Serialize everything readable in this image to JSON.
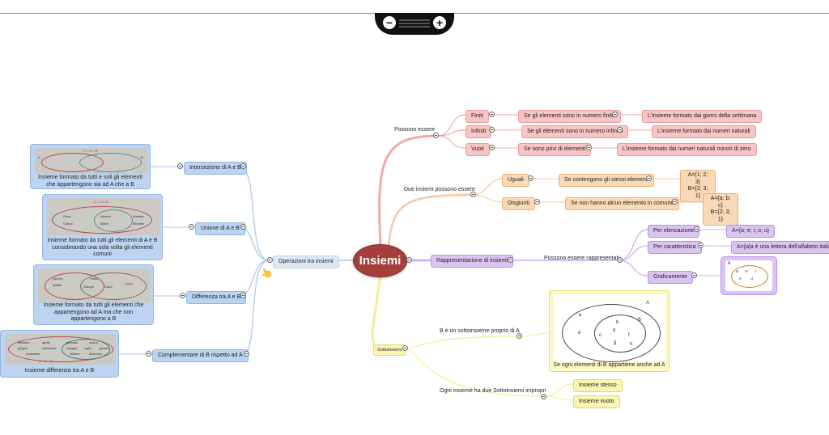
{
  "toolbar": {
    "zoom_out": "−",
    "zoom_in": "+"
  },
  "center": "Insiemi",
  "left": {
    "hub": "Operazioni tra insiemi",
    "branches": [
      {
        "label": "Intersezione di A e B",
        "caption": "Insieme formato da tutti e soli gli elementi che appartengono sia ad A che a B"
      },
      {
        "label": "Unione di A e B",
        "caption": "Insieme formato da tutti gli elementi di A e B considerando una sola volta gli elementi comuni"
      },
      {
        "label": "Differenza tra A e B",
        "caption": "Insieme formato da tutti gli elementi che appartengono ad A ma che non appartengono a B"
      },
      {
        "label": "Complementare di B rispetto ad A",
        "caption": "Insieme differenza tra A e B"
      }
    ],
    "thumb1": {
      "top": "C = A ∩ B",
      "a": "A",
      "b": "B"
    },
    "thumb2": {
      "top": "C = A ∪ B",
      "items": [
        "Piera",
        "Gianni",
        "Alberto",
        "Mario",
        "Martina",
        "Michele"
      ]
    },
    "thumb3": {
      "items": [
        "Alberto",
        "Mattia",
        "Paolo",
        "Giorgio",
        "Carlo",
        "Luca"
      ]
    },
    "thumb4": {
      "top": "C = A - B",
      "items": [
        "febbraio",
        "aprile",
        "gennaio",
        "marzo",
        "giugno",
        "settembre",
        "maggio",
        "luglio",
        "agosto",
        "novembre",
        "ottobre",
        "dicembre"
      ]
    }
  },
  "possono": {
    "label": "Possono essere",
    "rows": [
      {
        "type": "Finiti",
        "condition": "Se gli elementi sono in numero finito",
        "example": "L'insieme formato dai giorni della settimana"
      },
      {
        "type": "Infiniti",
        "condition": "Se gli elementi sono in numero infinito",
        "example": "L'insieme formato dai numeri naturali"
      },
      {
        "type": "Vuoti",
        "condition": "Se sono privi di elementi",
        "example": "L'insieme formato dai numeri naturali minori di zero"
      }
    ]
  },
  "due": {
    "label": "Due insiemi possono essere",
    "rows": [
      {
        "type": "Uguali",
        "condition": "Se contengono gli stessi elementi",
        "ex1": "A={1; 2; 3}",
        "ex2": "B={2; 3; 1}"
      },
      {
        "type": "Disgiunti",
        "condition": "Se non hanno alcun elemento in comune",
        "ex1": "A={a; b; c}",
        "ex2": "B={2; 3; 1}"
      }
    ]
  },
  "rappr": {
    "label": "Rappresentazione di insiemi",
    "sub": "Possono essere rappresentati",
    "rows": [
      {
        "type": "Per elencazione",
        "example": "A={a; e; i; o; u}"
      },
      {
        "type": "Per caratteristica",
        "example": "A={a|a è una lettera dell'alfabeto italiano}"
      },
      {
        "type": "Graficamente"
      }
    ],
    "graf_letters": [
      "A",
      "a",
      "e",
      "i",
      "o",
      "u"
    ]
  },
  "sotto": {
    "label": "Sottoinsiemi",
    "proper": "B è un sottoinsieme proprio di A",
    "venn_caption": "Se ogni elementi di B appartiene anche ad A",
    "venn_labels": {
      "A": "A",
      "B": "B",
      "a": "a",
      "e": "e",
      "b": "b",
      "c": "c",
      "d": "d",
      "f": "f",
      "g": "g",
      "h": "h"
    },
    "improper": "Ogni insieme ha due Sottoinsiemi impropri",
    "improper_items": [
      "Insieme stesso",
      "Insieme vuoto"
    ]
  },
  "colors": {
    "center": "#a63e3c",
    "red": "#f9c4c4",
    "orange": "#fbd9b7",
    "purple": "#dcc4f2",
    "yellow": "#fbf5b2",
    "blue": "#bcd4f1"
  }
}
